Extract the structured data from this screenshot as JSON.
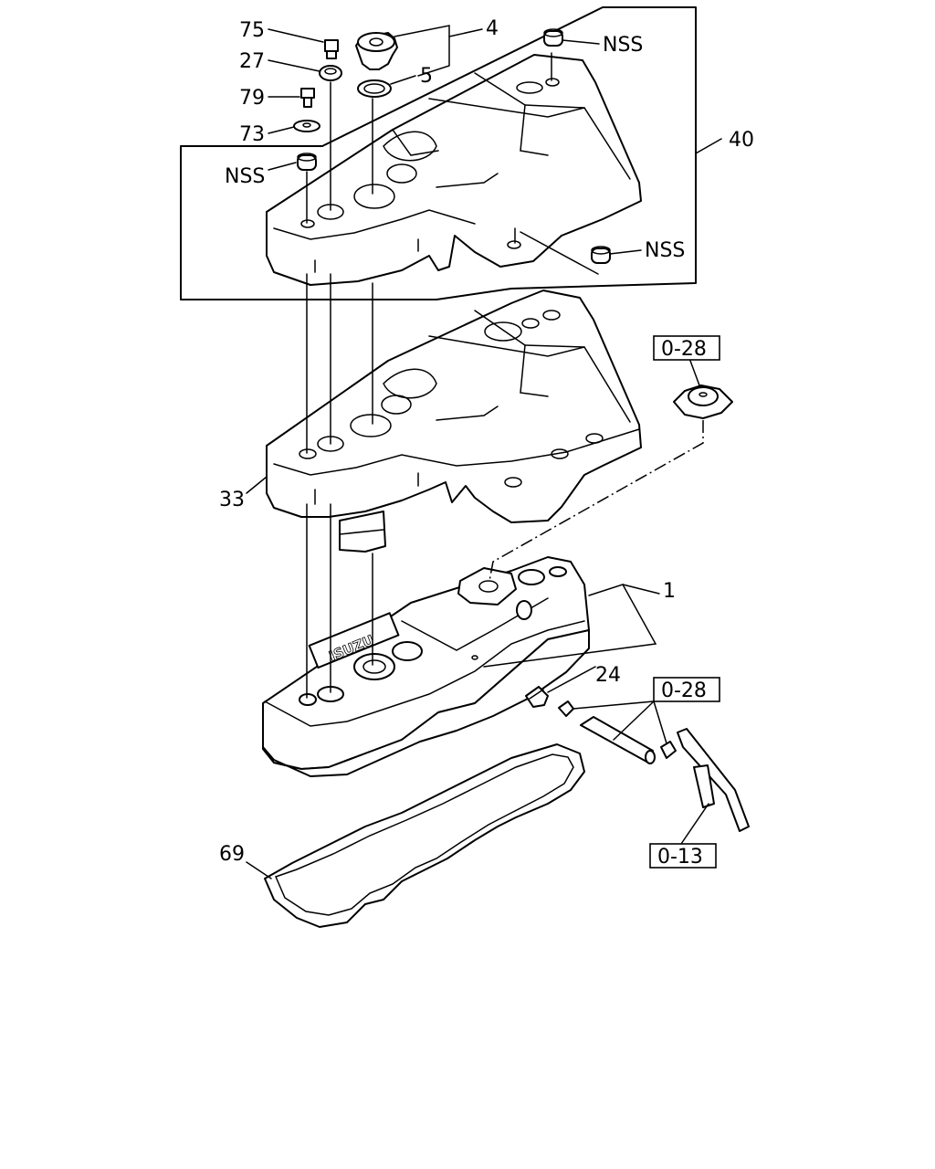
{
  "callouts": {
    "p75": "75",
    "p27": "27",
    "p79": "79",
    "p73": "73",
    "p4": "4",
    "p5": "5",
    "p40": "40",
    "p33": "33",
    "p1": "1",
    "p24": "24",
    "p69": "69",
    "nss_top": "NSS",
    "nss_left": "NSS",
    "nss_right": "NSS"
  },
  "references": {
    "ref_top": "0-28",
    "ref_mid": "0-28",
    "ref_bottom": "0-13"
  },
  "embossing": {
    "brand": "ISUZU"
  }
}
